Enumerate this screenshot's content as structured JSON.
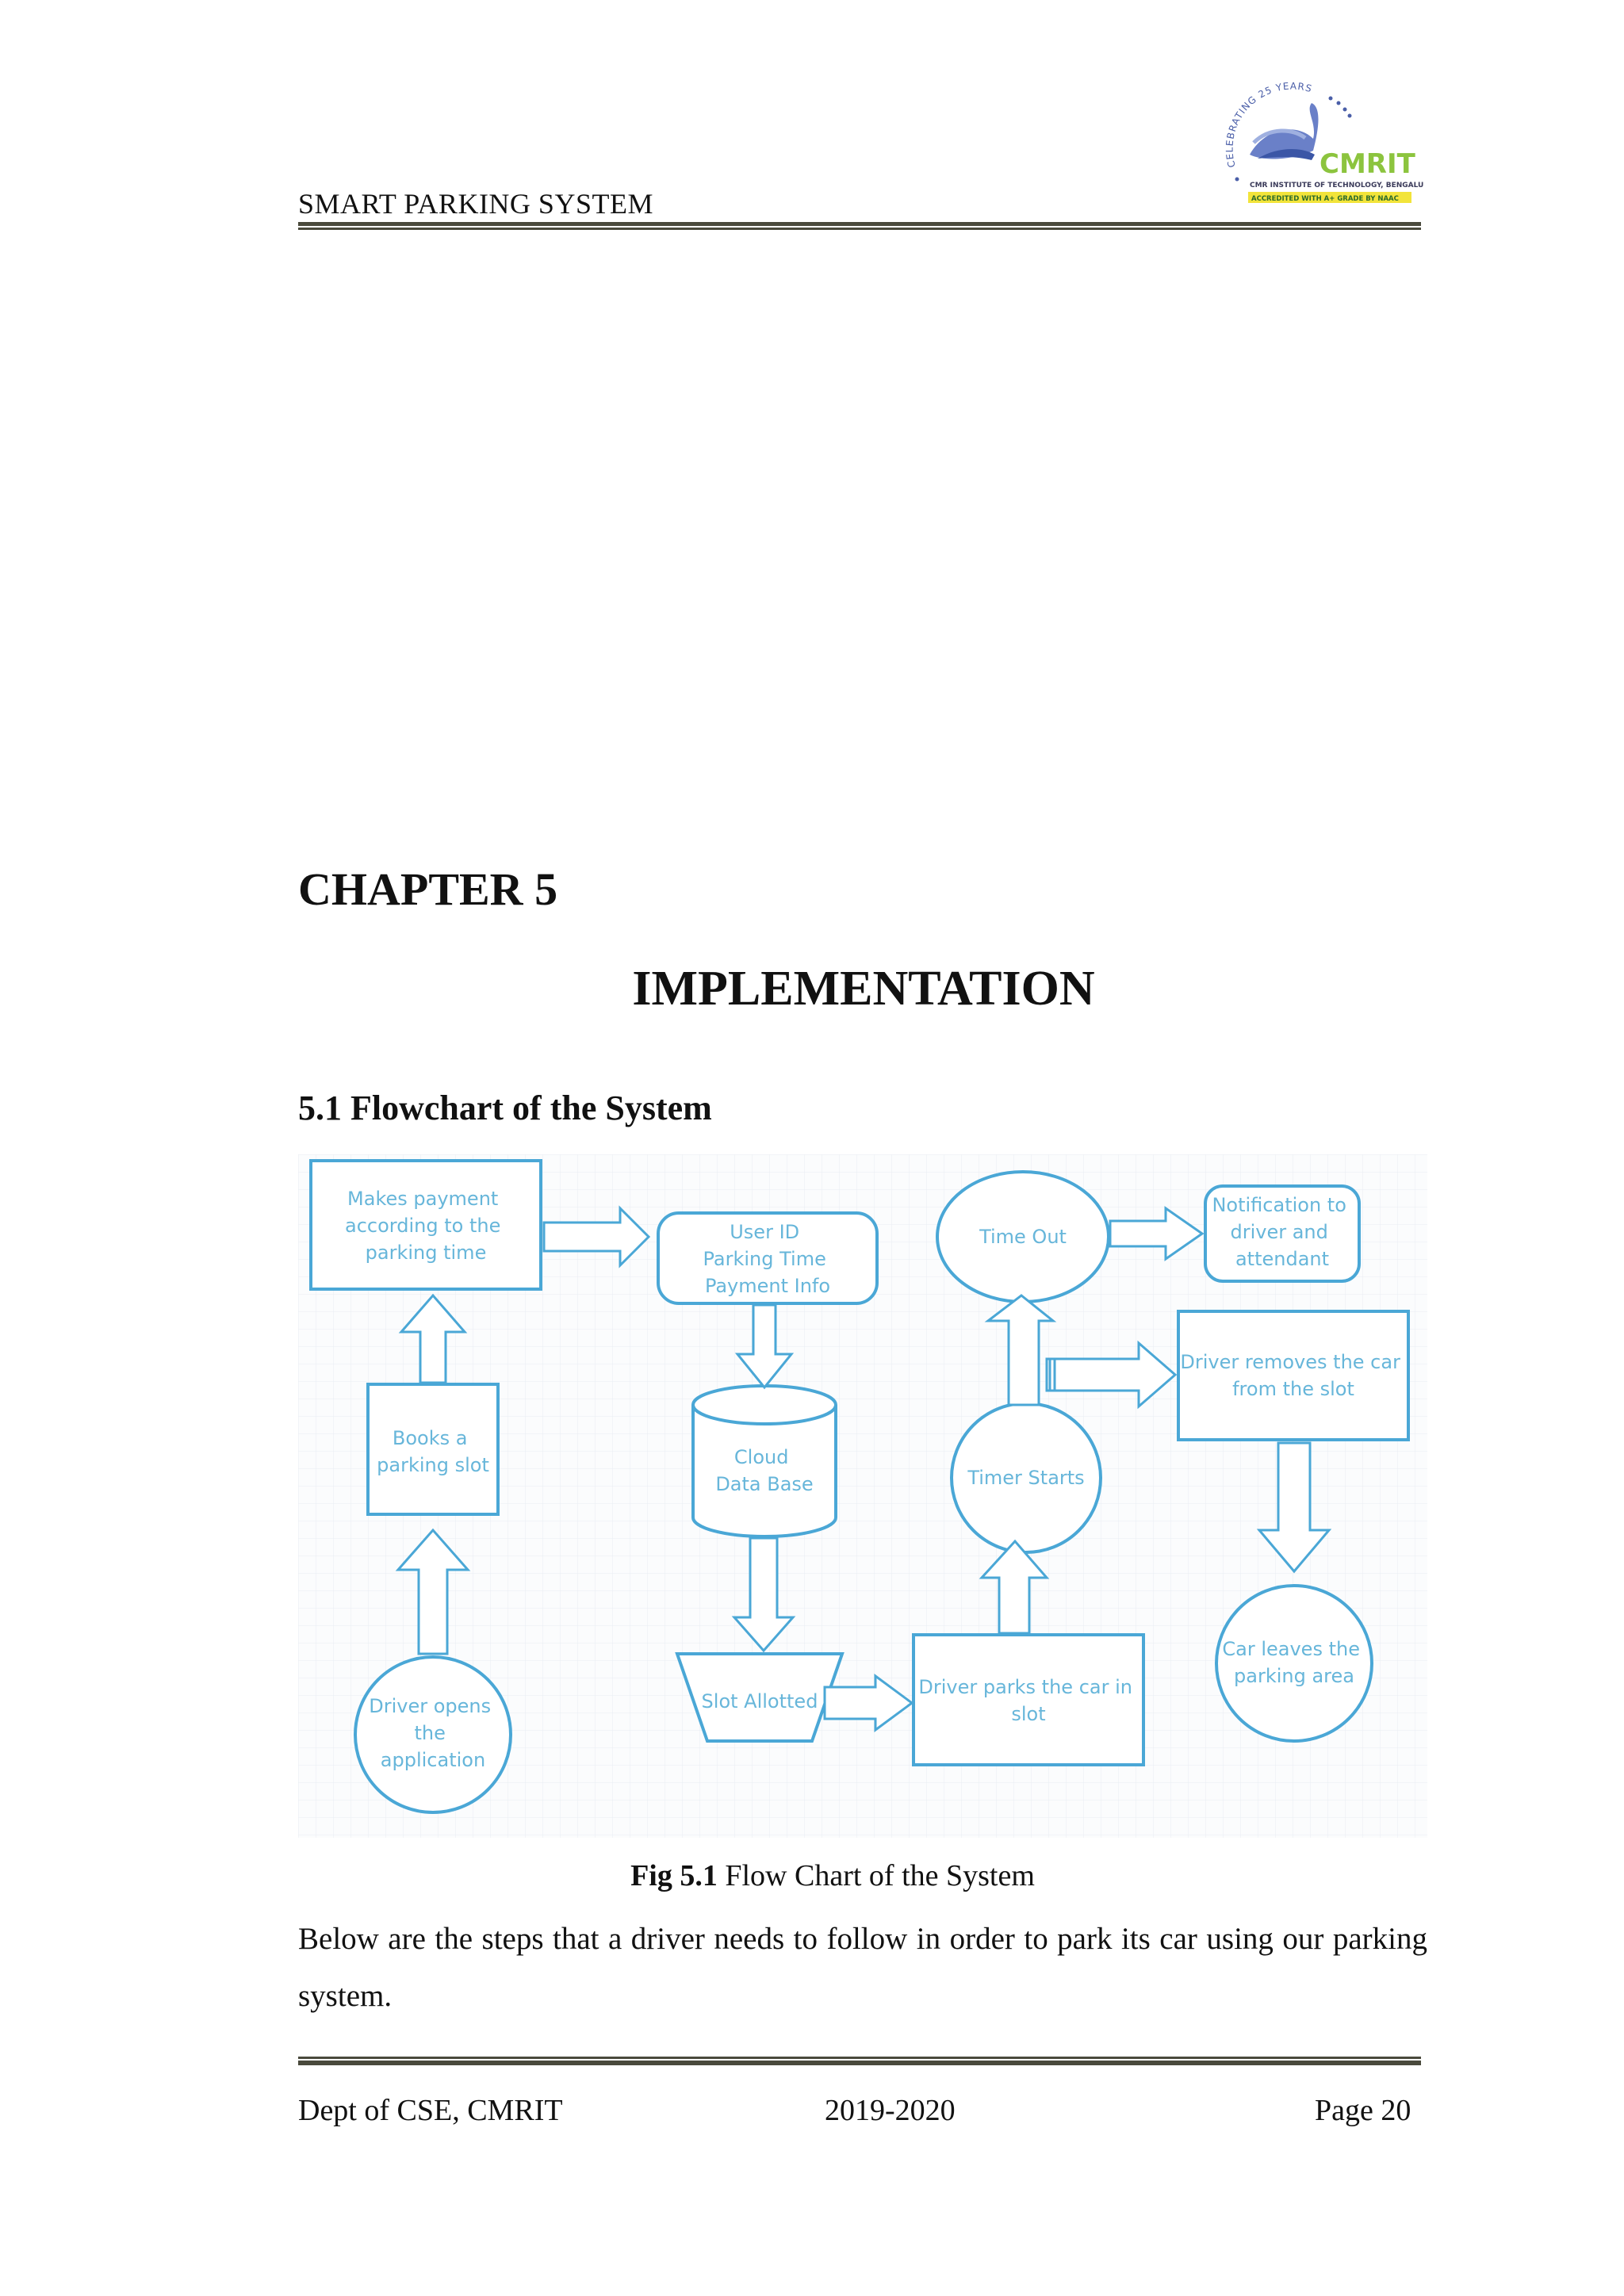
{
  "header": {
    "title": "SMART PARKING SYSTEM",
    "logo": {
      "arc_text": "CELEBRATING 25 YEARS",
      "name": "CMRIT",
      "subtitle": "CMR INSTITUTE OF TECHNOLOGY, BENGALURU.",
      "badge": "ACCREDITED WITH A+ GRADE BY NAAC"
    }
  },
  "chapter": {
    "label": "CHAPTER 5",
    "title": "IMPLEMENTATION"
  },
  "section": {
    "title": "5.1 Flowchart of the System"
  },
  "flowchart": {
    "nodes": {
      "payment": [
        "Makes payment",
        "according to the",
        "parking time"
      ],
      "user_info": [
        "User ID",
        "Parking Time",
        "Payment Info"
      ],
      "time_out": [
        "Time Out"
      ],
      "notification": [
        "Notification to",
        "driver and",
        "attendant"
      ],
      "books": [
        "Books a",
        "parking slot"
      ],
      "cloud": [
        "Cloud",
        "Data Base"
      ],
      "timer": [
        "Timer Starts"
      ],
      "removes": [
        "Driver removes the car",
        "from the slot"
      ],
      "leaves": [
        "Car leaves the",
        "parking area"
      ],
      "opens": [
        "Driver opens",
        "the",
        "application"
      ],
      "slot_allotted": [
        "Slot Allotted"
      ],
      "parks": [
        "Driver parks the car in",
        "slot"
      ]
    },
    "stroke_color": "#4aa7d6"
  },
  "figure": {
    "label": "Fig 5.1",
    "caption": " Flow Chart of the System"
  },
  "body": {
    "paragraph": "Below are the steps that a driver needs to follow in order to park its car using our parking system."
  },
  "footer": {
    "left": "Dept of CSE, CMRIT",
    "center": "2019-2020",
    "right": "Page 20"
  }
}
